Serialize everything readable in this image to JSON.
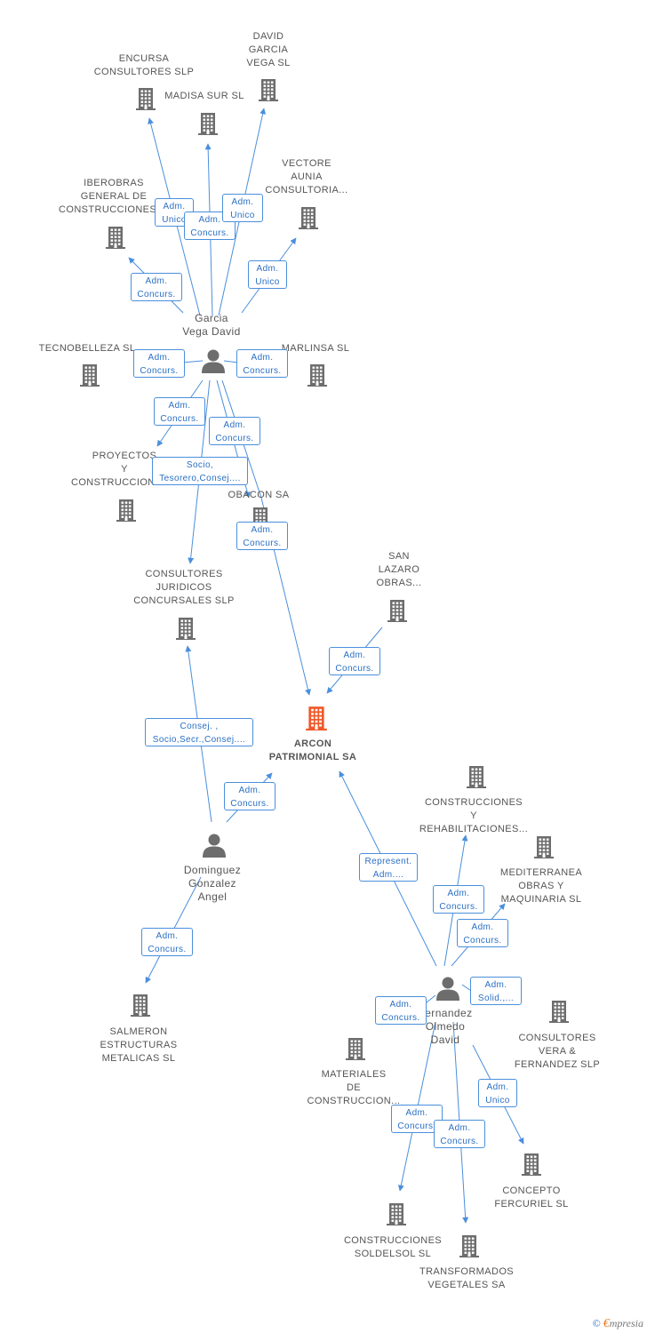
{
  "diagram": {
    "center": {
      "label": "ARCON\nPATRIMONIAL SA"
    },
    "companies": [
      {
        "id": "encursa",
        "label": "ENCURSA\nCONSULTORES SLP"
      },
      {
        "id": "madisa",
        "label": "MADISA SUR SL"
      },
      {
        "id": "david",
        "label": "DAVID\nGARCIA\nVEGA SL"
      },
      {
        "id": "vectore",
        "label": "VECTORE\nAUNIA\nCONSULTORIA..."
      },
      {
        "id": "iberobras",
        "label": "IBEROBRAS\nGENERAL DE\nCONSTRUCCIONES ..."
      },
      {
        "id": "tecnobelleza",
        "label": "TECNOBELLEZA SL"
      },
      {
        "id": "marlinsa",
        "label": "MARLINSA SL"
      },
      {
        "id": "proyectos",
        "label": "PROYECTOS\nY\nCONSTRUCCIONES..."
      },
      {
        "id": "obacon",
        "label": "OBACON SA"
      },
      {
        "id": "consultores_jur",
        "label": "CONSULTORES\nJURIDICOS\nCONCURSALES SLP"
      },
      {
        "id": "sanlazaro",
        "label": "SAN\nLAZARO\nOBRAS..."
      },
      {
        "id": "construcciones_rehab",
        "label": "CONSTRUCCIONES\nY\nREHABILITACIONES..."
      },
      {
        "id": "mediterranea",
        "label": "MEDITERRANEA\nOBRAS Y\nMAQUINARIA SL"
      },
      {
        "id": "consultores_vera",
        "label": "CONSULTORES\nVERA &\nFERNANDEZ SLP"
      },
      {
        "id": "materiales",
        "label": "MATERIALES\nDE\nCONSTRUCCION..."
      },
      {
        "id": "concepto",
        "label": "CONCEPTO\nFERCURIEL SL"
      },
      {
        "id": "soldelsol",
        "label": "CONSTRUCCIONES\nSOLDELSOL SL"
      },
      {
        "id": "transformados",
        "label": "TRANSFORMADOS\nVEGETALES SA"
      },
      {
        "id": "salmeron",
        "label": "SALMERON\nESTRUCTURAS\nMETALICAS SL"
      }
    ],
    "persons": [
      {
        "id": "garcia",
        "label": "Garcia\nVega David"
      },
      {
        "id": "dominguez",
        "label": "Dominguez\nGonzalez\nAngel"
      },
      {
        "id": "fernandez",
        "label": "Fernandez\nOlmedo\nDavid"
      }
    ],
    "edge_labels": [
      {
        "id": "g_encursa",
        "text": "Adm.\nUnico"
      },
      {
        "id": "g_madisa",
        "text": "Adm.\nConcurs."
      },
      {
        "id": "g_david",
        "text": "Adm.\nUnico"
      },
      {
        "id": "g_vectore",
        "text": "Adm.\nUnico"
      },
      {
        "id": "g_iberobras",
        "text": "Adm.\nConcurs."
      },
      {
        "id": "g_tecnobelleza",
        "text": "Adm.\nConcurs."
      },
      {
        "id": "g_marlinsa",
        "text": "Adm.\nConcurs."
      },
      {
        "id": "g_proyectos",
        "text": "Adm.\nConcurs."
      },
      {
        "id": "g_obacon",
        "text": "Adm.\nConcurs."
      },
      {
        "id": "g_consultores",
        "text": "Socio,\nTesorero,Consej...."
      },
      {
        "id": "g_arcon",
        "text": "Adm.\nConcurs."
      },
      {
        "id": "s_arcon",
        "text": "Adm.\nConcurs."
      },
      {
        "id": "d_consultores",
        "text": "Consej. ,\nSocio,Secr.,Consej...."
      },
      {
        "id": "d_arcon",
        "text": "Adm.\nConcurs."
      },
      {
        "id": "d_salmeron",
        "text": "Adm.\nConcurs."
      },
      {
        "id": "f_arcon",
        "text": "Represent.\nAdm...."
      },
      {
        "id": "f_rehab",
        "text": "Adm.\nConcurs."
      },
      {
        "id": "f_medit",
        "text": "Adm.\nConcurs."
      },
      {
        "id": "f_solid",
        "text": "Adm.\nSolid.,..."
      },
      {
        "id": "f_materiales",
        "text": "Adm.\nConcurs."
      },
      {
        "id": "f_vera",
        "text": "Adm.\nUnico"
      },
      {
        "id": "f_soldelsol",
        "text": "Adm.\nConcurs."
      },
      {
        "id": "f_transformados",
        "text": "Adm.\nConcurs."
      }
    ]
  },
  "colors": {
    "edge": "#4a8fdc",
    "building": "#6d6d6d",
    "center_building": "#f0592a",
    "person": "#6d6d6d"
  },
  "footer": {
    "copyright": "©",
    "brand_e": "€",
    "brand_rest": "mpresia"
  }
}
